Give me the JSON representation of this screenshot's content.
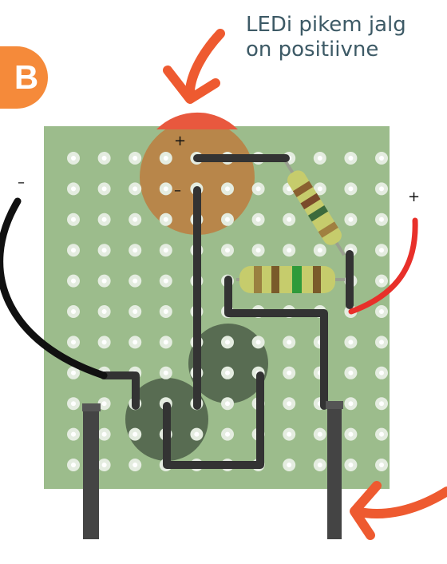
{
  "badge": {
    "label": "B"
  },
  "note": {
    "line1": "LEDi pikem jalg",
    "line2": "on positiivne"
  },
  "polarity": {
    "led_plus": "+",
    "led_minus": "–",
    "wire_minus": "–",
    "wire_plus": "+"
  },
  "colors": {
    "board": "#9cbc8c",
    "hole": "#e4ece0",
    "led_body": "#b8864a",
    "led_top": "#e8583e",
    "trace": "#333333",
    "arrow": "#ee5a30",
    "badge": "#f58a3a",
    "wire_black": "#111111",
    "wire_red": "#e8302a",
    "pin": "#444444",
    "pad_dark": "#4c5e48"
  }
}
